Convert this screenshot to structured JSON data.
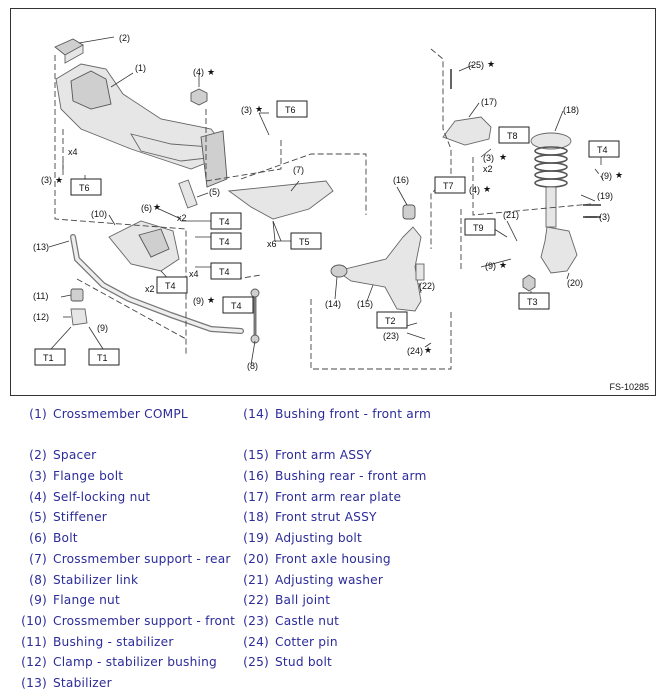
{
  "figure_id": "FS-10285",
  "diagram_labels": {
    "p1": "(1)",
    "p2": "(2)",
    "p3a": "(3)",
    "p3b": "(3)",
    "p3c": "(3)",
    "p4a": "(4)",
    "p4b": "(4)",
    "p5": "(5)",
    "p6": "(6)",
    "p7": "(7)",
    "p8": "(8)",
    "p9a": "(9)",
    "p9b": "(9)",
    "p9c": "(9)",
    "p10": "(10)",
    "p11": "(11)",
    "p12": "(12)",
    "p13": "(13)",
    "p14": "(14)",
    "p15": "(15)",
    "p16": "(16)",
    "p17": "(17)",
    "p18": "(18)",
    "p19": "(19)",
    "p20": "(20)",
    "p21": "(21)",
    "p22": "(22)",
    "p23": "(23)",
    "p24": "(24)",
    "p25": "(25)",
    "star": "★",
    "x4a": "x4",
    "x2a": "x2",
    "x4b": "x4",
    "x2b": "x2",
    "x6": "x6",
    "x2c": "x2"
  },
  "torque_boxes": {
    "t6a": "T6",
    "t6b": "T6",
    "t4a": "T4",
    "t4b": "T4",
    "t4c": "T4",
    "t4d": "T4",
    "t4e": "T4",
    "t4f": "T4",
    "t5": "T5",
    "t1a": "T1",
    "t1b": "T1",
    "t2": "T2",
    "t7": "T7",
    "t8": "T8",
    "t9": "T9",
    "t3": "T3"
  },
  "legend": {
    "left": [
      {
        "num": "(1)",
        "name": "Crossmember COMPL"
      },
      {
        "num": "",
        "name": ""
      },
      {
        "num": "(2)",
        "name": "Spacer"
      },
      {
        "num": "(3)",
        "name": "Flange bolt"
      },
      {
        "num": "(4)",
        "name": "Self-locking nut"
      },
      {
        "num": "(5)",
        "name": "Stiffener"
      },
      {
        "num": "(6)",
        "name": "Bolt"
      },
      {
        "num": "(7)",
        "name": "Crossmember support - rear"
      },
      {
        "num": "(8)",
        "name": "Stabilizer link"
      },
      {
        "num": "(9)",
        "name": "Flange nut"
      },
      {
        "num": "(10)",
        "name": "Crossmember support - front"
      },
      {
        "num": "(11)",
        "name": "Bushing - stabilizer"
      },
      {
        "num": "(12)",
        "name": "Clamp - stabilizer bushing"
      },
      {
        "num": "(13)",
        "name": "Stabilizer"
      }
    ],
    "right": [
      {
        "num": "(14)",
        "name": "Bushing front - front arm"
      },
      {
        "num": "",
        "name": ""
      },
      {
        "num": "(15)",
        "name": "Front arm ASSY"
      },
      {
        "num": "(16)",
        "name": "Bushing rear - front arm"
      },
      {
        "num": "(17)",
        "name": "Front arm rear plate"
      },
      {
        "num": "(18)",
        "name": "Front strut ASSY"
      },
      {
        "num": "(19)",
        "name": "Adjusting bolt"
      },
      {
        "num": "(20)",
        "name": "Front axle housing"
      },
      {
        "num": "(21)",
        "name": "Adjusting washer"
      },
      {
        "num": "(22)",
        "name": "Ball joint"
      },
      {
        "num": "(23)",
        "name": "Castle nut"
      },
      {
        "num": "(24)",
        "name": "Cotter pin"
      },
      {
        "num": "(25)",
        "name": "Stud bolt"
      }
    ]
  }
}
